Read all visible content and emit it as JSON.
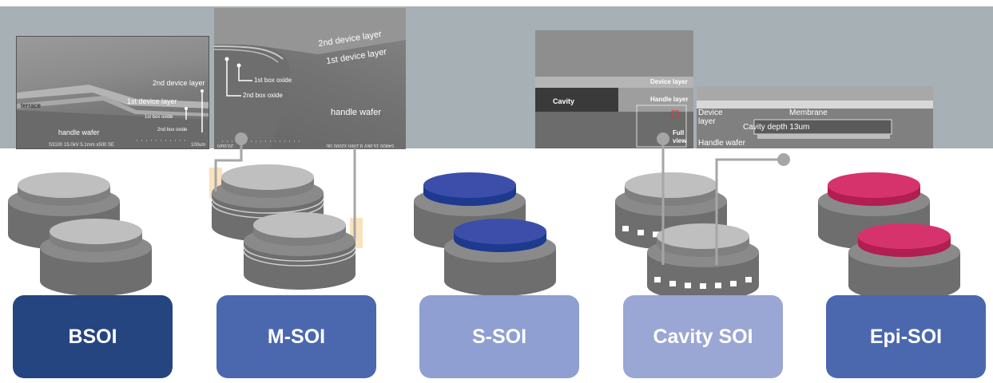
{
  "sem_bsoi": {
    "device2": "2nd device layer",
    "device1": "1st device layer",
    "box1": "1st box oxide",
    "box2": "2nd box oxide",
    "terrace": "terrace",
    "handle": "handle wafer",
    "scalebar": "S3100 15.0kV 5.1mm x500 SE",
    "scale_len": "100um"
  },
  "sem_msoi": {
    "device2": "2nd device layer",
    "device1": "1st device layer",
    "box1": "1st box oxide",
    "box2": "2nd box oxide",
    "handle": "handle wafer",
    "scalebar": "S4800 15.0kV 8.1mm x2000 SE",
    "scale_len": "20.0um"
  },
  "sem_cavity": {
    "cavity": "Cavity",
    "device": "Device layer",
    "handle": "Handle layer",
    "full_view": "Full view"
  },
  "sem_membrane": {
    "device": "Device layer",
    "membrane": "Membrane",
    "depth": "Cavity depth 13um",
    "handle": "Handle wafer"
  },
  "products": [
    {
      "label": "BSOI",
      "color": "#254580",
      "top_color": "#bfbfbf"
    },
    {
      "label": "M-SOI",
      "color": "#4b68ae",
      "top_color": "#bfbfbf"
    },
    {
      "label": "S-SOI",
      "color": "#8f9fd2",
      "top_color": "#3c4eaa"
    },
    {
      "label": "Cavity SOI",
      "color": "#9aa6d4",
      "top_color": "#bfbfbf"
    },
    {
      "label": "Epi-SOI",
      "color": "#4b68ae",
      "top_color": "#d6336d"
    }
  ]
}
